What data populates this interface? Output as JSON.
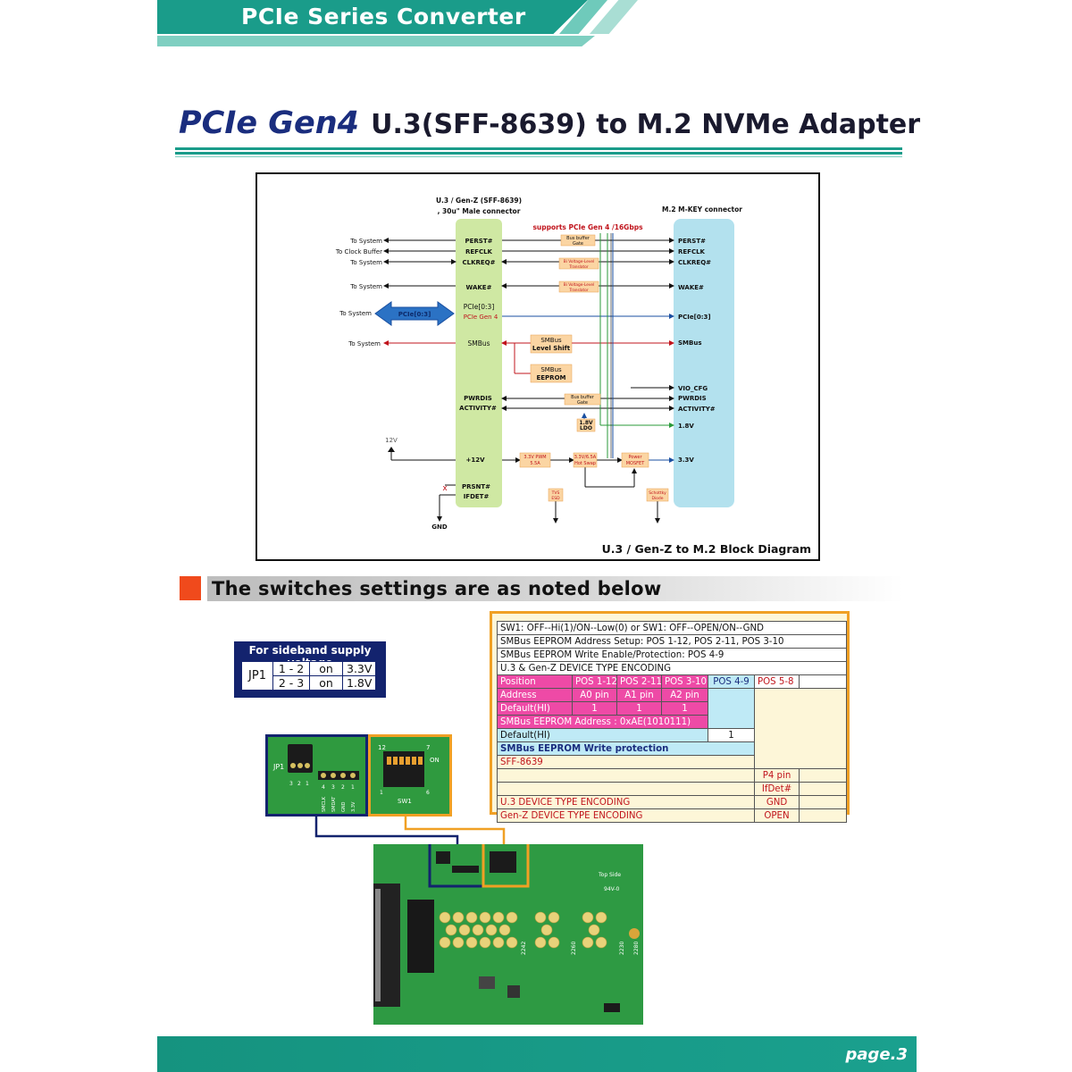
{
  "header": {
    "series_title": "PCIe Series Converter",
    "colors": {
      "teal": "#1a9c8a",
      "light_teal": "#7fcfc1"
    }
  },
  "page_title": {
    "gen": "PCIe Gen4",
    "product": "U.3(SFF-8639) to M.2 NVMe Adapter"
  },
  "diagram": {
    "u3_title_line1": "U.3 / Gen-Z (SFF-8639)",
    "u3_title_line2": ", 30u\" Male connector",
    "m2_title": "M.2 M-KEY connector",
    "supports": "supports PCIe Gen 4 /16Gbps",
    "left_labels": {
      "sys1": "To System",
      "clk": "To Clock Buffer",
      "sys2": "To System",
      "sys3": "To System",
      "sys4": "To System",
      "sys5": "To System",
      "v12": "12V",
      "gnd": "GND",
      "cross": "x"
    },
    "pcie_arrow": "PCIe[0:3]",
    "u3_pins": {
      "perst": "PERST#",
      "refclk": "REFCLK",
      "clkreq": "CLKREQ#",
      "wake": "WAKE#",
      "pcie": "PCIe[0:3]",
      "pcie_gen": "PCIe Gen 4",
      "smbus": "SMBus",
      "pwrdis": "PWRDIS",
      "activity": "ACTIVITY#",
      "p12v": "+12V",
      "prsnt": "PRSNT#",
      "ifdet": "IFDET#"
    },
    "m2_pins": {
      "perst": "PERST#",
      "refclk": "REFCLK",
      "clkreq": "CLKREQ#",
      "wake": "WAKE#",
      "pcie": "PCIe[0:3]",
      "smbus": "SMBus",
      "vio": "VIO_CFG",
      "pwrdis": "PWRDIS",
      "activity": "ACTIVITY#",
      "v18": "1.8V",
      "v33": "3.3V"
    },
    "blocks": {
      "bus_buffer_1a": "Bus buffer",
      "bus_buffer_1b": "Gate",
      "bi_voltage_1a": "Bi Voltage-Level",
      "bi_voltage_1b": "Translator",
      "bi_voltage_2a": "Bi Voltage-Level",
      "bi_voltage_2b": "Translator",
      "smbus_ls_a": "SMBus",
      "smbus_ls_b": "Level Shift",
      "smbus_ee_a": "SMBus",
      "smbus_ee_b": "EEPROM",
      "bus_buffer_2a": "Bus buffer",
      "bus_buffer_2b": "Gate",
      "ldo_a": "1.8V",
      "ldo_b": "LDO",
      "pwm_a": "3.3V PWM",
      "pwm_b": "5.5A",
      "hotswap_a": "3.3V/6.5A",
      "hotswap_b": "Hot Swap",
      "mosfet_a": "Power",
      "mosfet_b": "MOSFET",
      "tvs_a": "TVS",
      "tvs_b": "ESD",
      "schottky_a": "Schottky",
      "schottky_b": "Diode"
    },
    "caption": "U.3 / Gen-Z to M.2 Block Diagram"
  },
  "section": {
    "heading": "The switches settings are as noted below"
  },
  "jp1": {
    "title": "For sideband supply voltage",
    "name": "JP1",
    "rows": [
      {
        "pins": "1 - 2",
        "state": "on",
        "voltage": "3.3V"
      },
      {
        "pins": "2 - 3",
        "state": "on",
        "voltage": "1.8V"
      }
    ]
  },
  "settings": {
    "row1": "SW1: OFF--Hi(1)/ON--Low(0) or SW1: OFF--OPEN/ON--GND",
    "row2": "SMBus EEPROM Address Setup: POS 1-12, POS 2-11, POS 3-10",
    "row3": "SMBus EEPROM Write Enable/Protection: POS 4-9",
    "row4": "U.3 & Gen-Z DEVICE TYPE ENCODING",
    "hdr": [
      "Position",
      "POS 1-12",
      "POS 2-11",
      "POS 3-10",
      "POS 4-9",
      "POS 5-8"
    ],
    "addr": [
      "Address",
      "A0 pin",
      "A1 pin",
      "A2 pin"
    ],
    "def": [
      "Default(HI)",
      "1",
      "1",
      "1"
    ],
    "eeprom_addr": "SMBus EEPROM Address : 0xAE(1010111)",
    "def2": [
      "Default(HI)",
      "1"
    ],
    "write_prot": "SMBus EEPROM Write protection",
    "sff": "SFF-8639",
    "p4": "P4 pin",
    "ifdet": "IfDet#",
    "u3_enc": "U.3 DEVICE TYPE ENCODING",
    "u3_val": "GND",
    "genz_enc": "Gen-Z DEVICE TYPE ENCODING",
    "genz_val": "OPEN"
  },
  "photos": {
    "jp_label": "JP1",
    "jp_pins": [
      "3",
      "2",
      "1"
    ],
    "sw_pins": [
      "4",
      "3",
      "2",
      "1"
    ],
    "sw_signals": [
      "SMCLK",
      "SMDAT",
      "GND",
      "3.3V"
    ],
    "sw_top_left": "12",
    "sw_top_right": "7",
    "sw_on": "ON",
    "sw_name": "SW1",
    "sw_bottom": [
      "1",
      "6"
    ],
    "board_topside": "Top Side",
    "board_code": "94V-0",
    "board_size_labels": [
      "2230",
      "2242",
      "2260",
      "2280"
    ]
  },
  "footer": {
    "page": "page.3"
  }
}
